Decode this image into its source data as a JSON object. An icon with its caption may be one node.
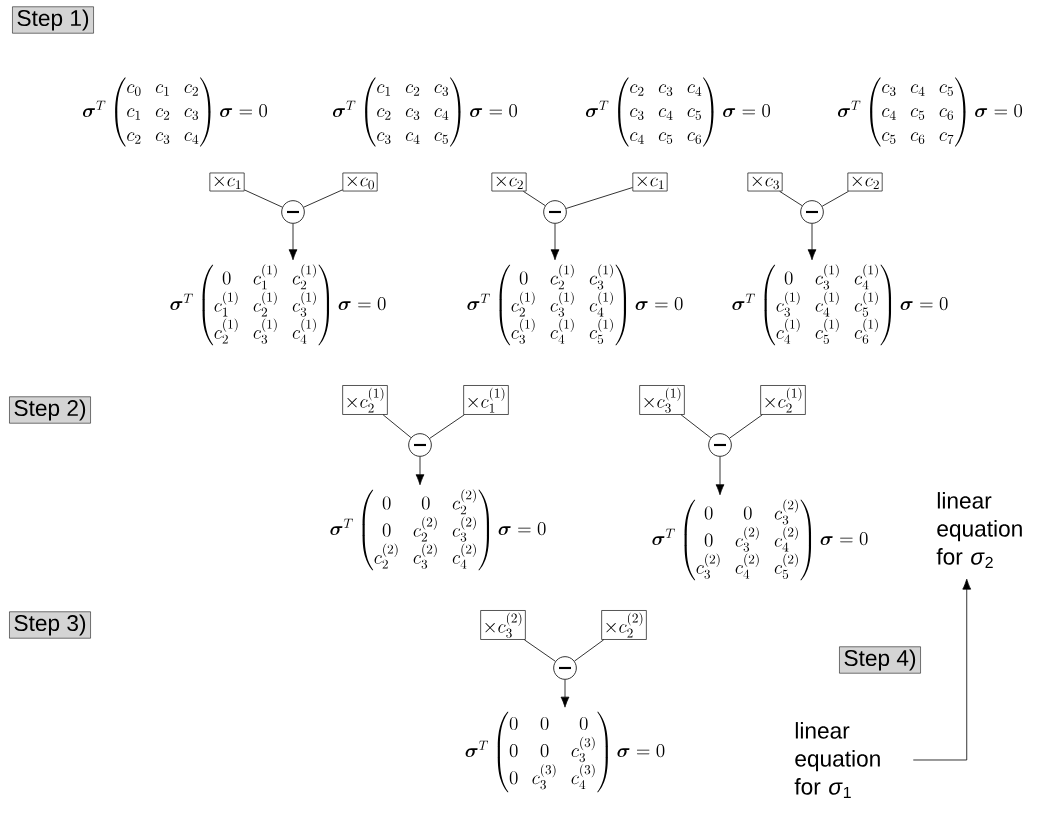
{
  "diagram": {
    "nodes": [
      {
        "text": [
          "Step 1)"
        ]
      },
      {
        "text": [
          "\\boldsymbol{\\sigma}^{T}\\begin{pmatrix} c_0 & c_1 & c_2 \\\\ c_1 & c_2 & c_3 \\\\ c_2 & c_3 & c_4 \\end{pmatrix}\\boldsymbol{\\sigma}=0"
        ]
      },
      {
        "text": [
          "\\boldsymbol{\\sigma}^{T}\\begin{pmatrix} c_1 & c_2 & c_3 \\\\ c_2 & c_3 & c_4 \\\\ c_3 & c_4 & c_5 \\end{pmatrix}\\boldsymbol{\\sigma}=0"
        ]
      },
      {
        "text": [
          "\\boldsymbol{\\sigma}^{T}\\begin{pmatrix} c_2 & c_3 & c_4 \\\\ c_3 & c_4 & c_5 \\\\ c_4 & c_5 & c_6 \\end{pmatrix}\\boldsymbol{\\sigma}=0"
        ]
      },
      {
        "text": [
          "\\boldsymbol{\\sigma}^{T}\\begin{pmatrix} c_3 & c_4 & c_5 \\\\ c_4 & c_5 & c_6 \\\\ c_5 & c_6 & c_7 \\end{pmatrix}\\boldsymbol{\\sigma}=0"
        ]
      },
      {
        "text": [
          "\\times c_1"
        ]
      },
      {
        "text": [
          "\\times c_0"
        ]
      },
      {
        "text": [
          "\\times c_2"
        ]
      },
      {
        "text": [
          "\\times c_1"
        ]
      },
      {
        "text": [
          "\\times c_3"
        ]
      },
      {
        "text": [
          "\\times c_2"
        ]
      },
      {
        "text": [],
        "shape": "circle"
      },
      {
        "text": [],
        "shape": "circle"
      },
      {
        "text": [],
        "shape": "circle"
      },
      {
        "text": [
          "\\boldsymbol{\\sigma}^{T}\\begin{pmatrix} 0 & c_1^{(1)} & c_2^{(1)} \\\\ c_1^{(1)} & c_2^{(1)} & c_3^{(1)} \\\\ c_2^{(1)} & c_3^{(1)} & c_4^{(1)} \\end{pmatrix}\\boldsymbol{\\sigma}=0"
        ]
      },
      {
        "text": [
          "\\boldsymbol{\\sigma}^{T}\\begin{pmatrix} 0 & c_2^{(1)} & c_3^{(1)} \\\\ c_2^{(1)} & c_3^{(1)} & c_4^{(1)} \\\\ c_3^{(1)} & c_4^{(1)} & c_5^{(1)} \\end{pmatrix}\\boldsymbol{\\sigma}=0"
        ]
      },
      {
        "text": [
          "\\boldsymbol{\\sigma}^{T}\\begin{pmatrix} 0 & c_3^{(1)} & c_4^{(1)} \\\\ c_3^{(1)} & c_4^{(1)} & c_5^{(1)} \\\\ c_4^{(1)} & c_5^{(1)} & c_6^{(1)} \\end{pmatrix}\\boldsymbol{\\sigma}=0"
        ]
      },
      {
        "text": [
          "Step 2)"
        ]
      },
      {
        "text": [
          "\\times c_2^{(1)}"
        ]
      },
      {
        "text": [
          "\\times c_1^{(1)}"
        ]
      },
      {
        "text": [
          "\\times c_3^{(1)}"
        ]
      },
      {
        "text": [
          "\\times c_2^{(1)}"
        ]
      },
      {
        "text": [],
        "shape": "circle"
      },
      {
        "text": [],
        "shape": "circle"
      },
      {
        "text": [
          "\\boldsymbol{\\sigma}^{T}\\begin{pmatrix} 0 & 0 & c_2^{(2)} \\\\ 0 & c_2^{(2)} & c_3^{(2)} \\\\ c_2^{(2)} & c_3^{(2)} & c_4^{(2)} \\end{pmatrix}\\boldsymbol{\\sigma}=0"
        ]
      },
      {
        "text": [
          "\\boldsymbol{\\sigma}^{T}\\begin{pmatrix} 0 & 0 & c_3^{(2)} \\\\ 0 & c_3^{(2)} & c_4^{(2)} \\\\ c_3^{(2)} & c_4^{(2)} & c_5^{(2)} \\end{pmatrix}\\boldsymbol{\\sigma}=0"
        ]
      },
      {
        "text": [
          "linear equation for *σ*$_{2}$"
        ]
      },
      {
        "text": [
          "Step 3)"
        ]
      },
      {
        "text": [
          "\\times c_3^{(2)}"
        ]
      },
      {
        "text": [
          "\\times c_2^{(2)}"
        ]
      },
      {
        "text": [],
        "shape": "circle"
      },
      {
        "text": [
          "Step 4)"
        ]
      },
      {
        "text": [
          "\\boldsymbol{\\sigma}^{T}\\begin{pmatrix} 0 & 0 & 0 \\\\ 0 & 0 & c_3^{(3)} \\\\ 0 & c_3^{(3)} & c_4^{(3)} \\end{pmatrix}\\boldsymbol{\\sigma}=0"
        ]
      },
      {
        "text": [
          "linear equation for *σ*$_{1}$"
        ]
      }
    ],
    "edges": [
      {
        "from": 5,
        "to": 11,
        "arrow": "none"
      },
      {
        "from": 6,
        "to": 11,
        "arrow": "none"
      },
      {
        "from": 11,
        "to": 14,
        "arrow": "to"
      },
      {
        "from": 7,
        "to": 12,
        "arrow": "none"
      },
      {
        "from": 8,
        "to": 12,
        "arrow": "none"
      },
      {
        "from": 12,
        "to": 15,
        "arrow": "to"
      },
      {
        "from": 9,
        "to": 13,
        "arrow": "none"
      },
      {
        "from": 10,
        "to": 13,
        "arrow": "none"
      },
      {
        "from": 13,
        "to": 16,
        "arrow": "to"
      },
      {
        "from": 18,
        "to": 22,
        "arrow": "none"
      },
      {
        "from": 19,
        "to": 22,
        "arrow": "none"
      },
      {
        "from": 22,
        "to": 24,
        "arrow": "to"
      },
      {
        "from": 20,
        "to": 23,
        "arrow": "none"
      },
      {
        "from": 21,
        "to": 23,
        "arrow": "none"
      },
      {
        "from": 23,
        "to": 25,
        "arrow": "to"
      },
      {
        "from": 28,
        "to": 30,
        "arrow": "none"
      },
      {
        "from": 29,
        "to": 30,
        "arrow": "none"
      },
      {
        "from": 30,
        "to": 32,
        "arrow": "to"
      },
      {
        "from": 33,
        "to": 26,
        "arrow": "to"
      }
    ]
  }
}
